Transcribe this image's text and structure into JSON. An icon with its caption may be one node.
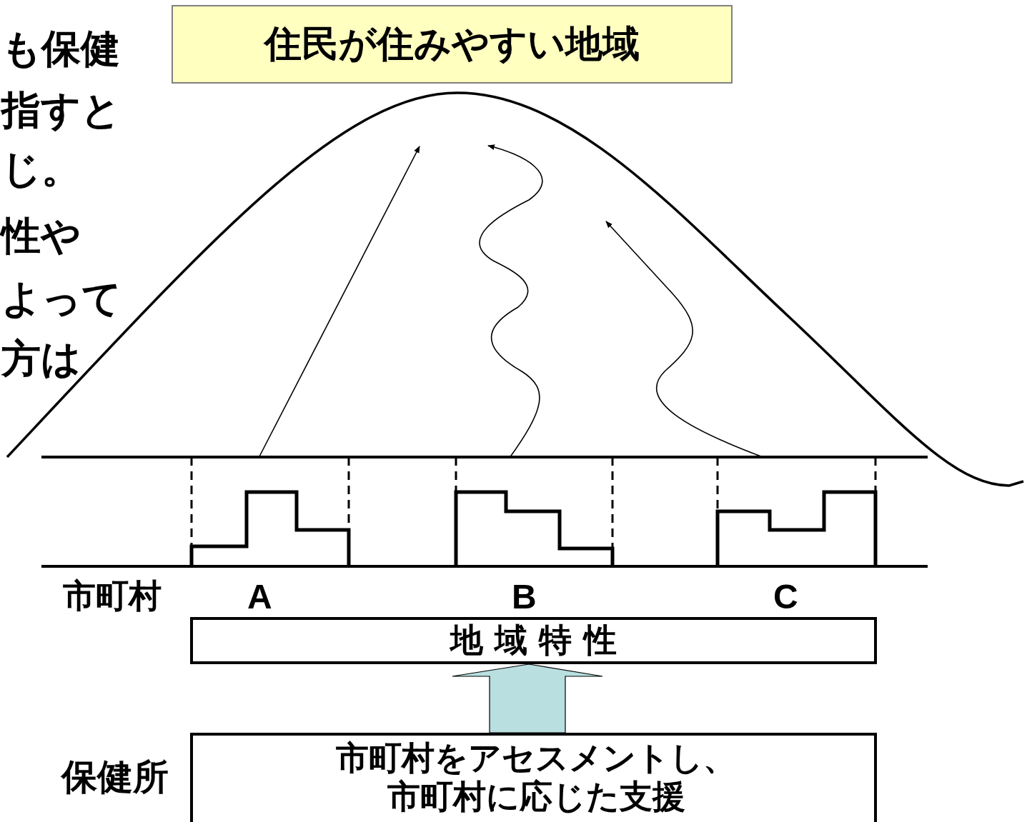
{
  "diagram": {
    "nodes": [
      {
        "text": [
          "住民が住みやすい地域"
        ]
      },
      {
        "text": [
          "A"
        ]
      },
      {
        "text": [
          "B"
        ]
      },
      {
        "text": [
          "C"
        ]
      },
      {
        "text": [
          "地 域 特 性"
        ]
      },
      {
        "text": [
          "市町村をアセスメントし、市町村に応じた支援"
        ]
      }
    ],
    "edges": [
      {
        "from": 1,
        "to": null,
        "arrow": "to"
      },
      {
        "from": 2,
        "to": null,
        "arrow": "to"
      },
      {
        "from": 3,
        "to": null,
        "arrow": "to"
      },
      {
        "from": 5,
        "to": 4,
        "arrow": "to",
        "style": "thick",
        "color": "#b9dfe0"
      }
    ],
    "labels": [
      "も保健",
      "指すと",
      "じ。",
      "性や",
      "よって",
      "方は",
      "市町村",
      "保健所"
    ]
  }
}
